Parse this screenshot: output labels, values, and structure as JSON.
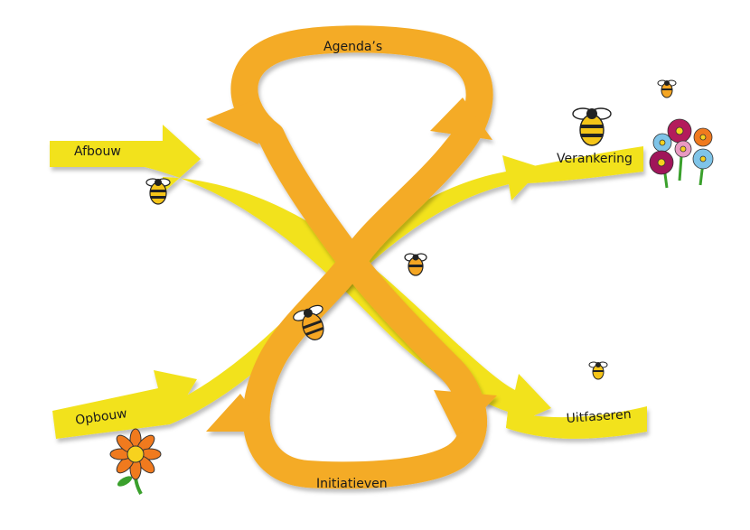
{
  "labels": {
    "top": "Agenda’s",
    "bottom": "Initiatieven",
    "left_top": "Afbouw",
    "left_bottom": "Opbouw",
    "right_top": "Verankering",
    "right_bottom": "Uitfaseren"
  },
  "colors": {
    "yellow_arrow": "#f2e21c",
    "orange_loop": "#f4ab26",
    "orange_loop_dark": "#e69a18",
    "shadow": "#c9c9c9"
  },
  "icons": [
    "bee-icon",
    "flower-icon",
    "flower-bouquet-icon"
  ]
}
